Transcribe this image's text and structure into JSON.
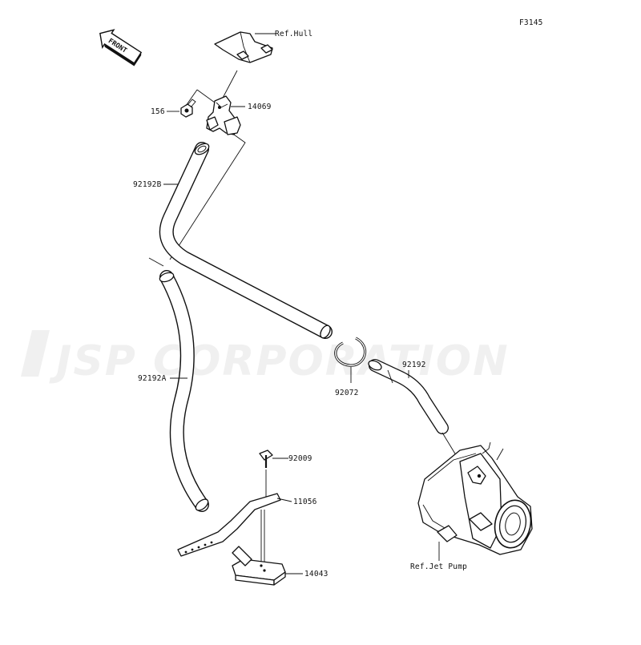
{
  "diagram": {
    "id": "F3145",
    "watermark": "JSP CORPORATION",
    "front_label": "FRONT",
    "callouts": [
      {
        "key": "ref_hull",
        "text": "Ref.Hull"
      },
      {
        "key": "p156",
        "text": "156"
      },
      {
        "key": "p14069",
        "text": "14069"
      },
      {
        "key": "p92192B",
        "text": "92192B"
      },
      {
        "key": "p92192A",
        "text": "92192A"
      },
      {
        "key": "p92072",
        "text": "92072"
      },
      {
        "key": "p92192",
        "text": "92192"
      },
      {
        "key": "p92009",
        "text": "92009"
      },
      {
        "key": "p11056",
        "text": "11056"
      },
      {
        "key": "p14043",
        "text": "14043"
      },
      {
        "key": "ref_jet_pump",
        "text": "Ref.Jet Pump"
      }
    ]
  }
}
